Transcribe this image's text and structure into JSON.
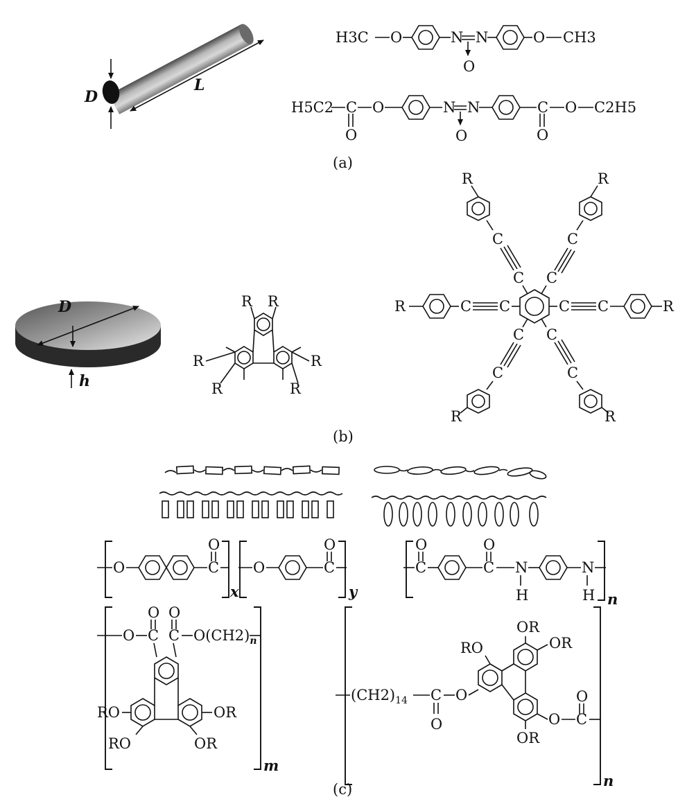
{
  "panels": {
    "a": {
      "caption": "(a)",
      "shape_labels": {
        "diameter": "D",
        "length": "L"
      },
      "molecule1": {
        "left_group": "H3C",
        "o": "O",
        "n1": "N",
        "n2": "N",
        "oxide": "O",
        "right_group": "CH3"
      },
      "molecule2": {
        "left_group": "H5C2",
        "c": "C",
        "o": "O",
        "n1": "N",
        "n2": "N",
        "oxide": "O",
        "right_group": "C2H5"
      }
    },
    "b": {
      "caption": "(b)",
      "shape_labels": {
        "diameter": "D",
        "height": "h"
      },
      "triphenylene": {
        "substituent": "R"
      },
      "hexayne": {
        "substituent": "R",
        "carbon": "C"
      }
    },
    "c": {
      "caption": "(c)",
      "polyester1": {
        "o": "O",
        "c": "C",
        "sub_x": "x",
        "sub_y": "y"
      },
      "polyamide": {
        "c": "C",
        "o": "O",
        "n": "N",
        "h": "H",
        "sub_n": "n"
      },
      "polymer3": {
        "o": "O",
        "c": "C",
        "spacer": "O(CH2)",
        "spacer_sub": "n",
        "ro": "RO",
        "or": "OR",
        "sub_m": "m"
      },
      "polymer4": {
        "spacer": "(CH2)",
        "spacer_num": "14",
        "c": "C",
        "o": "O",
        "ro": "RO",
        "or": "OR",
        "sub_n": "n"
      }
    }
  }
}
